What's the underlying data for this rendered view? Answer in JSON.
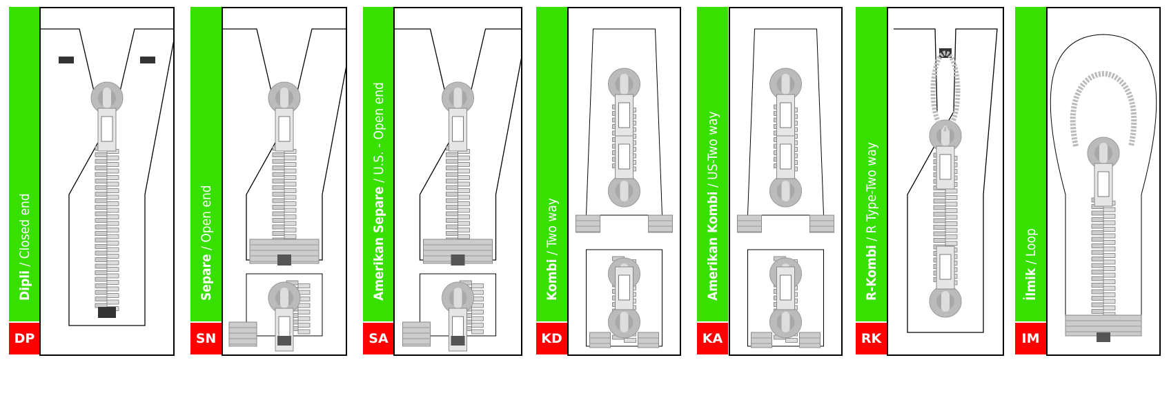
{
  "zippers": [
    {
      "name": "Dipli",
      "desc": " / Closed end",
      "code": "DP",
      "type": "closed"
    },
    {
      "name": "Separe",
      "desc": " / Open end",
      "code": "SN",
      "type": "open"
    },
    {
      "name": "Amerikan Separe",
      "desc": " / U.S. - Open end",
      "code": "SA",
      "type": "open"
    },
    {
      "name": "Kombi",
      "desc": " / Two way",
      "code": "KD",
      "type": "twoway"
    },
    {
      "name": "Amerikan Kombi",
      "desc": " / US-Two way",
      "code": "KA",
      "type": "twoway"
    },
    {
      "name": "R-Kombi",
      "desc": " / R Type-Two way",
      "code": "RK",
      "type": "rtype"
    },
    {
      "name": "İlmik",
      "desc": " / Loop",
      "code": "IM",
      "type": "loop"
    }
  ],
  "colors": {
    "green": "#38e000",
    "red": "#ff0000"
  }
}
